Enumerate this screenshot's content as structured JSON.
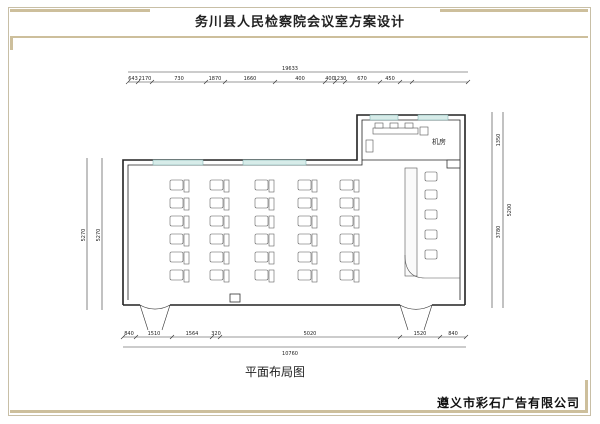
{
  "header": {
    "title": "务川县人民检察院会议室方案设计"
  },
  "plan": {
    "room_label": "机房",
    "caption": "平面布局图",
    "top_total": "19633",
    "top_dims": [
      "643",
      "2170",
      "730",
      "1870",
      "1660",
      "400",
      "400",
      "1230",
      "670",
      "450"
    ],
    "bottom_total": "10760",
    "bottom_dims": [
      "840",
      "1510",
      "1564",
      "320",
      "5020",
      "1520",
      "840"
    ],
    "left_dims": [
      "5270",
      "5270"
    ],
    "right_dims": [
      "1350",
      "3780",
      "5200"
    ]
  },
  "footer": {
    "company": "遵义市彩石广告有限公司"
  }
}
